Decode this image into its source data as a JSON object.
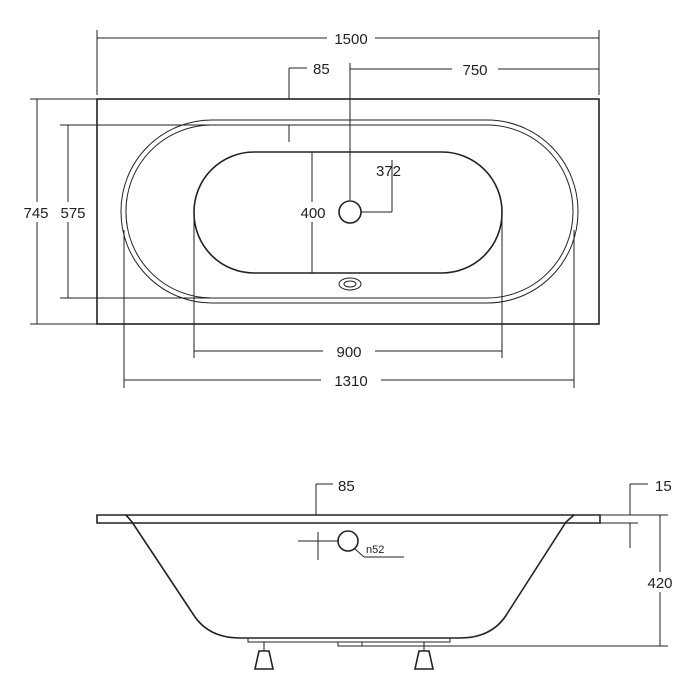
{
  "top_view": {
    "overall_width": "1500",
    "waste_offset": "85",
    "half_width": "750",
    "overflow_offset": "372",
    "inner_basin_height": "400",
    "overall_depth": "745",
    "rim_inner_depth": "575",
    "inner_basin_length": "900",
    "rim_inner_length": "1310"
  },
  "side_view": {
    "overflow_position": "85",
    "rim_thickness": "15",
    "overflow_diameter": "n52",
    "tub_height": "420"
  }
}
